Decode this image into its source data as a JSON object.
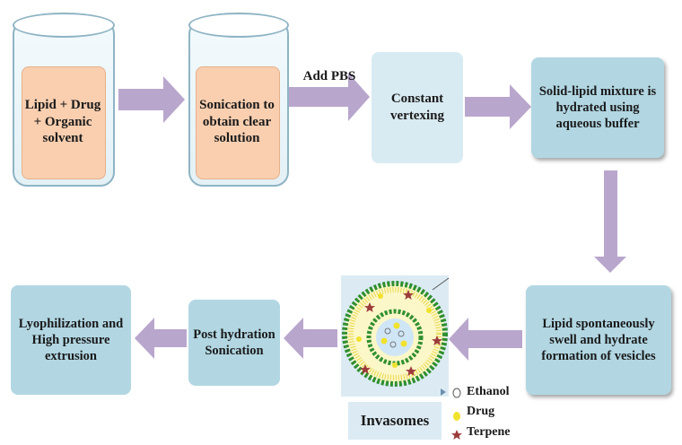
{
  "steps": {
    "lipid_mixture": "Lipid + Drug + Organic solvent",
    "sonication": "Sonication to obtain clear solution",
    "add_pbs": "Add PBS",
    "vortexing": "Constant vertexing",
    "hydration": "Solid-lipid mixture is hydrated using aqueous buffer",
    "swell": "Lipid spontaneously swell and hydrate formation of vesicles",
    "post_hydration": "Post hydration Sonication",
    "lyophilization": "Lyophilization and High pressure extrusion"
  },
  "invasome": {
    "title": "Invasomes",
    "legend": [
      {
        "label": "Ethanol",
        "symbol": "open-circle"
      },
      {
        "label": "Drug",
        "symbol": "yellow-dot"
      },
      {
        "label": "Terpene",
        "symbol": "red-star"
      }
    ]
  },
  "colors": {
    "arrow": "#b9a6cc",
    "box": "#b2d7e3",
    "box_light": "#d9ebf2",
    "liquid": "#f9cfb0",
    "membrane": "#2f8f2f",
    "core": "#cfe6f7",
    "terpene": "#9c3a3a",
    "drug": "#f1e22c"
  }
}
